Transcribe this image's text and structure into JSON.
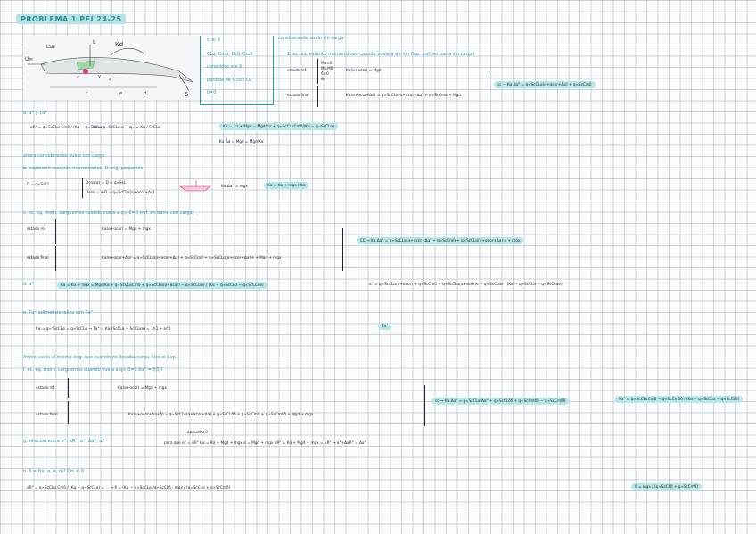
{
  "header": {
    "title": "PROBLEMA 1 PEI 24-25"
  },
  "diagram": {
    "labels": [
      "LSN",
      "U∞",
      "Kd",
      "L",
      "δ",
      "x",
      "y",
      "z",
      "c",
      "d",
      "e"
    ]
  },
  "given": [
    "c, e, x",
    "CLα, Cmα, CLδ, Cmδ",
    "conocidos α e δ",
    "pérdida de δ con CL",
    "δ=0"
  ],
  "sections": {
    "intro": "considerando vuelo sin carga:",
    "s1": "1. ec. eq. estático momentáneo cuando vuela a q∞ sin flap. (ref: en barra sin carga)",
    "s1_states": [
      "estado ref.",
      "estado final"
    ],
    "s1_cond": [
      "Mα=0",
      "M=Mδ",
      "δ=0",
      "θ₀"
    ],
    "s1_eq_ref": "Kα(α+αcor) = Mgd",
    "s1_eq_final": "Kα(α+αcor+Δα) = q∞ScCLα(α+αcor+Δα) + q∞ScCmα + Mgd",
    "s1_result": "cc → Kα Δα° = q∞ScCLα(α+αcor+Δα) + q∞ScCm0",
    "a": "a. α°  y  Tα°",
    "a_eq1": "αR° = q∞ScCLα Cm0 / (Kα − q∞ScCLα)",
    "a_eq2": "Kα = q∞ScCLα·α → q∞ = Kα / ScCLα",
    "a_eq3": "Kα = Kα + Mgd = Mgd/Kα + q∞ScCLαCm0/(Kα − q∞ScCLα)",
    "a_eq4": "Kα Δα = Mgd = Mgd/Kα",
    "vuelo": "ahora considerando vuelo con carga:",
    "b": "b. expresión reacción momentánea. D  áng. pequeños",
    "b_eq1": "D = q∞ScCL",
    "b_eq2": "Dcos(α) = D = q∞ScL",
    "b_eq3": "Dsen = α·D = q∞ScCLα(α+αcor+Δα)",
    "b_eq4": "Kα Δα° = mgx",
    "b_eq5": "Kα = Kα + mgx / Kα",
    "c": "c. ec. eq. mom. carguemos cuando vuela a q∞ δ=0  (ref: en barra con carga)",
    "c_eq_ref": "Kα(α+αcor) = Mgd + mgx",
    "c_eq_final": "Kα(α+αcor+Δα) = q∞ScCLα(α+αcor+Δα) + q∞ScCm0 + q∞ScCLα(α+αcor+Δα)·e + Mgd + mgx",
    "c_result": "CC → Kα Δα° = q∞ScCLα(α+αcor+Δα) + q∞ScCm0 + q∞ScCLα(α+αcor+Δα)·e + mgx",
    "d": "d. α°",
    "d_eq": "Kα = Kα + mgx = Mgd/Kα + q∞ScCLαCm0 + q∞ScCLα(α+αcor) − q∞ScCLαe / (Kα − q∞ScCLα − q∞ScCLαe)",
    "d_eq2": "α° = q∞ScCLα(α+αcor) + q∞ScCm0 + q∞ScCLα(α+αcor)e − q∞ScCLαe / (Kα − q∞ScCLα − q∞ScCLαe)",
    "e": "e. Tα° adimensionaliza con Tα°",
    "e_eq": "Kα = q∞°ScCLα = q∞ScCLα → Tα° = Kα/(ScCLα + ScCLαe) = 1/(1 + e/c)",
    "f_intro": "Ahora vuela al mismo áng. que cuando no llevaba carga. Uso el flap.",
    "f": "f. ec. eq. mom. carguemos cuando vuela a q∞ δ≠0  δα° = f(δ)?",
    "f_eq_ref": "Kα(α+αcor) = Mgd + mgx",
    "f_eq_final": "Kα(α+αcor+Δα+δ) = q∞ScCLα(α+αcor+Δα) + q∞ScCLδδ + q∞ScCm0 + q∞ScCmδδ + Mgd + mgx",
    "f_result": "cc → Kα Δα° = q∞ScCLα Δα° + q∞ScCLδδ + q∞ScCmδδ − q∞ScCmδδ",
    "f_result2": "δα° = q∞ScCLαCm0 − q∞ScCmδδ / (Kα − q∞ScCLα − q∞ScCLδ)",
    "g": "g. relación entre  α°, αR°, α°, Δα°, α°",
    "g_note": "apartado 0",
    "g_eq": "para que α° = αR°     Kα = Kα + Mgd + mgx    α = Mgd + mgx    αR° = Kα + Mgd + mgx = αR° → α°+ΔαR° = Δα°",
    "h": "h. δ = f(α, α, e, d)?   Cm = 0",
    "h_eq": "αR° = q∞ScCLα Cm0 / (Kα − q∞ScCLα) = ... → δ = (Kα − q∞ScCLα)/q∞ScCLδ · mgx / (q∞ScCLα + q∞ScCmδ)",
    "h_final": "δ = mgx / (q∞ScCLδ + q∞ScCmδ)"
  }
}
